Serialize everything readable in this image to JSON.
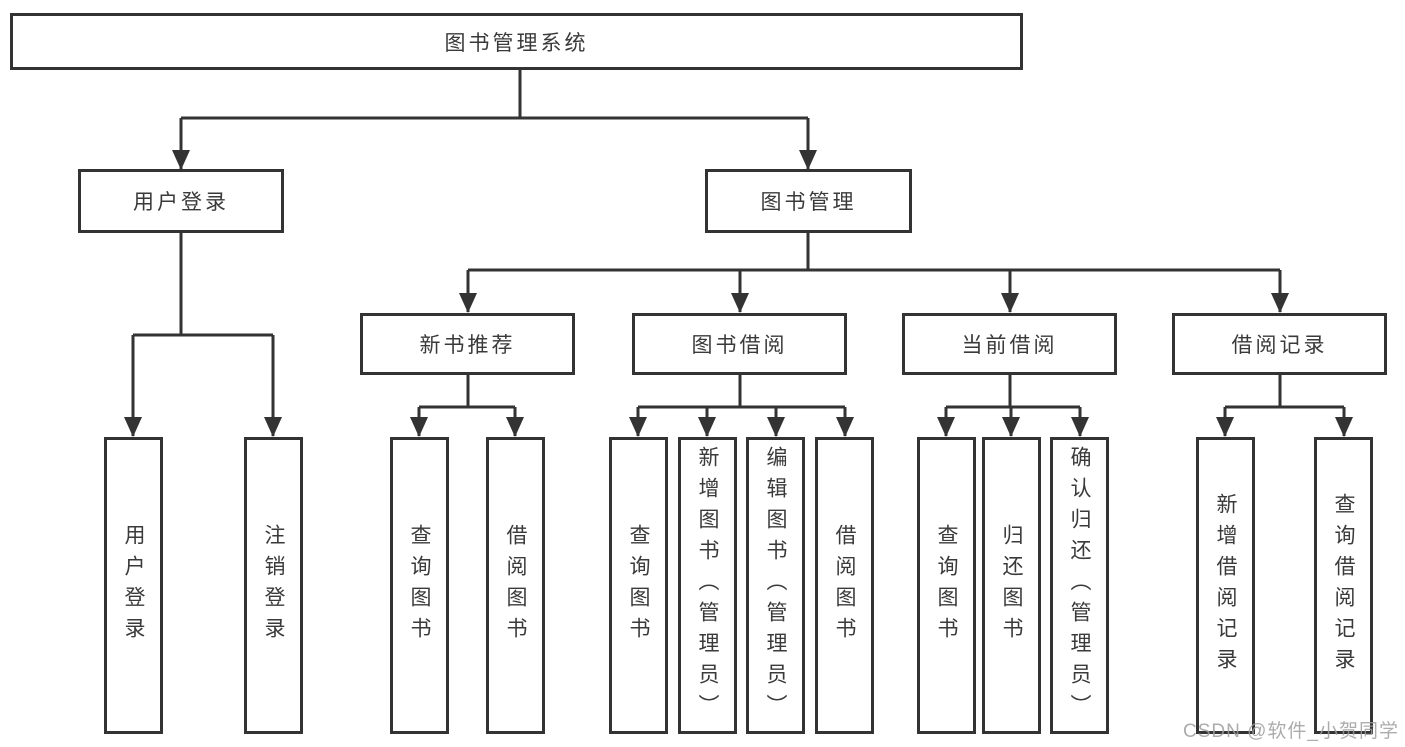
{
  "root": {
    "label": "图书管理系统"
  },
  "branches": {
    "user_login": {
      "label": "用户登录",
      "children": [
        {
          "label": "用户登录"
        },
        {
          "label": "注销登录"
        }
      ]
    },
    "book_management": {
      "label": "图书管理",
      "sections": [
        {
          "label": "新书推荐",
          "children": [
            {
              "label": "查询图书"
            },
            {
              "label": "借阅图书"
            }
          ]
        },
        {
          "label": "图书借阅",
          "children": [
            {
              "label": "查询图书"
            },
            {
              "label": "新增图书（管理员）"
            },
            {
              "label": "编辑图书（管理员）"
            },
            {
              "label": "借阅图书"
            }
          ]
        },
        {
          "label": "当前借阅",
          "children": [
            {
              "label": "查询图书"
            },
            {
              "label": "归还图书"
            },
            {
              "label": "确认归还（管理员）"
            }
          ]
        },
        {
          "label": "借阅记录",
          "children": [
            {
              "label": "新增借阅记录"
            },
            {
              "label": "查询借阅记录"
            }
          ]
        }
      ]
    }
  },
  "watermark": "CSDN @软件_小贺同学",
  "colors": {
    "line": "#333333",
    "text": "#3a3a3a",
    "background": "#ffffff",
    "watermark": "#9e9e9e"
  }
}
